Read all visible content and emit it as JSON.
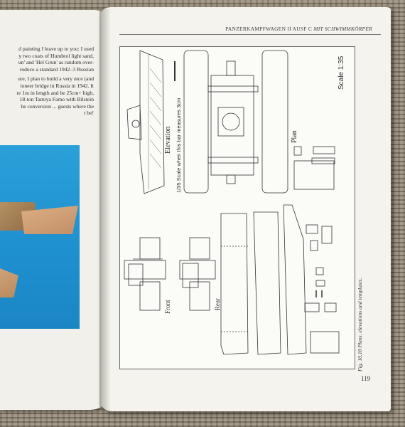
{
  "left_page": {
    "text_lines": [
      "d painting I leave up to you: I used",
      "y two coats of Humbrol light sand,",
      "un' and 'Hel Grun' as random over-",
      "roduce a standard 1942–3 Russian",
      "",
      "ure, I plan to build a very nice (and",
      "ioneer bridge in Russia in 1942. It",
      "re 1m in length and be 25cm+ high,",
      "18-ton Tamiya Famo with Bilstein",
      "he conversion ... guests where the",
      "t be!"
    ]
  },
  "right_page": {
    "running_head_main": "PANZERKAMPFWAGEN II AUSF C ",
    "running_head_italic": "MIT SCHWIMMKÖRPER",
    "page_number": "119",
    "caption": "Fig. 10.18  Plans, elevations and templates.",
    "drawing_labels": {
      "elevation": "Elevation",
      "scale_note": "1/35 Scale when this bar measures 3cm",
      "plan": "Plan",
      "scale": "Scale 1:35",
      "front": "Front",
      "rear": "Rear"
    }
  },
  "colors": {
    "page": "#f4f3ee",
    "photo_background": "#2aa0d8",
    "line": "#333333"
  }
}
